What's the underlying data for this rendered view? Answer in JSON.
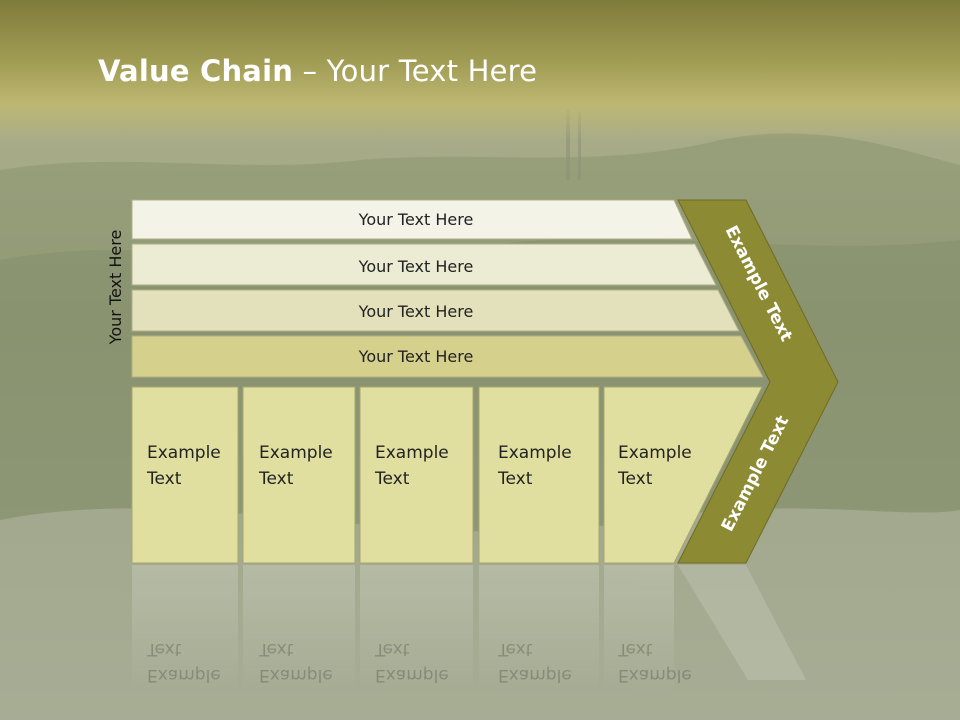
{
  "title": {
    "bold": "Value Chain",
    "rest": " – Your Text Here"
  },
  "side_label": "Your Text Here",
  "bands": [
    {
      "label": "Your Text Here",
      "color": "#f4f3e8"
    },
    {
      "label": "Your Text Here",
      "color": "#ecebd3"
    },
    {
      "label": "Your Text Here",
      "color": "#e3e1bb"
    },
    {
      "label": "Your Text Here",
      "color": "#d5d08c"
    }
  ],
  "cells": [
    {
      "line1": "Example",
      "line2": "Text"
    },
    {
      "line1": "Example",
      "line2": "Text"
    },
    {
      "line1": "Example",
      "line2": "Text"
    },
    {
      "line1": "Example",
      "line2": "Text"
    },
    {
      "line1": "Example",
      "line2": "Text"
    }
  ],
  "arrow": {
    "top_label": "Example Text",
    "bottom_label": "Example Text",
    "color": "#8d8a34"
  },
  "colors": {
    "cell_fill": "#e0df9f",
    "cell_border": "#a7a66f"
  }
}
